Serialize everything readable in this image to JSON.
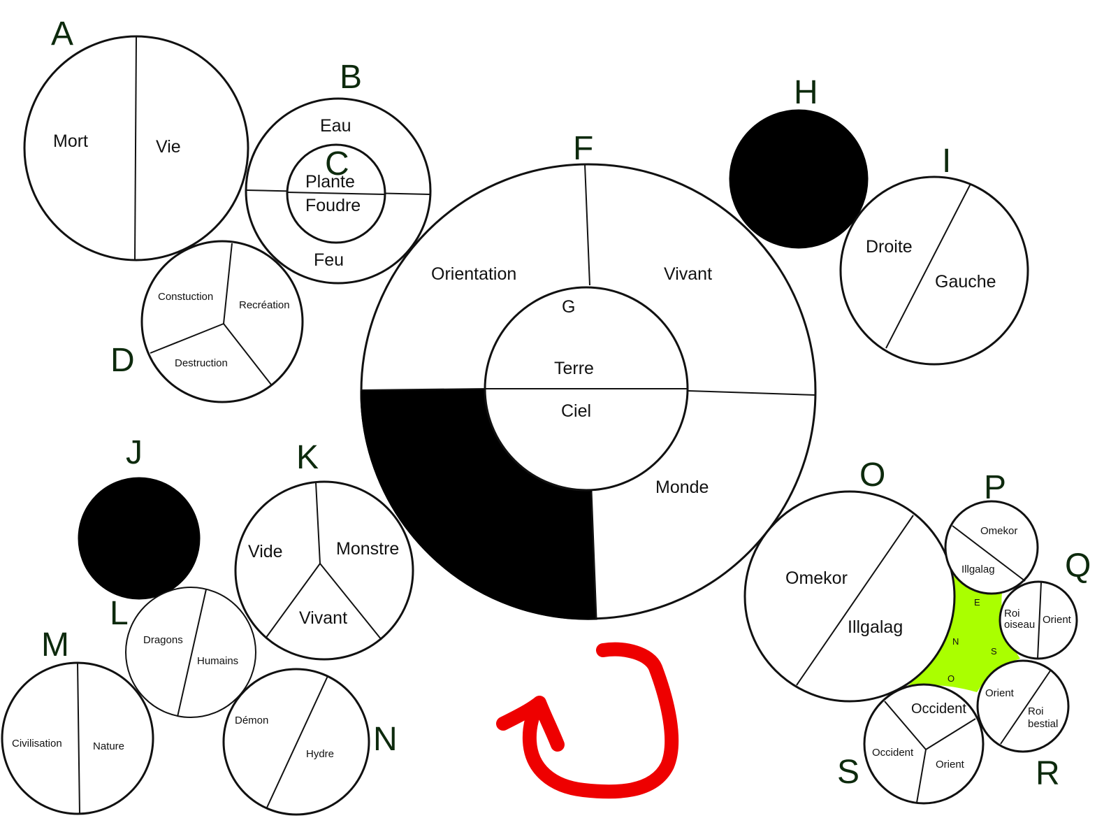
{
  "letters": {
    "a": "A",
    "b": "B",
    "c": "C",
    "d": "D",
    "f": "F",
    "g": "G",
    "h": "H",
    "i": "I",
    "j": "J",
    "k": "K",
    "l": "L",
    "m": "M",
    "n": "N",
    "o": "O",
    "p": "P",
    "q": "Q",
    "r": "R",
    "s": "S"
  },
  "circle_a": {
    "left": "Mort",
    "right": "Vie"
  },
  "circle_b": {
    "top": "Eau",
    "bottom": "Feu"
  },
  "circle_c": {
    "top": "Plante",
    "bottom": "Foudre"
  },
  "circle_d": {
    "left": "Constuction",
    "right": "Recréation",
    "bottom": "Destruction"
  },
  "circle_f": {
    "orientation": "Orientation",
    "vivant": "Vivant",
    "monde": "Monde"
  },
  "circle_g": {
    "top": "Terre",
    "bottom": "Ciel"
  },
  "circle_i": {
    "left": "Droite",
    "right": "Gauche"
  },
  "circle_k": {
    "left": "Vide",
    "right": "Monstre",
    "bottom": "Vivant"
  },
  "circle_l": {
    "left": "Dragons",
    "right": "Humains"
  },
  "circle_m": {
    "left": "Civilisation",
    "right": "Nature"
  },
  "circle_n": {
    "left": "Démon",
    "right": "Hydre"
  },
  "circle_o": {
    "left": "Omekor",
    "right": "Illgalag"
  },
  "circle_p": {
    "top": "Omekor",
    "bottom": "Illgalag"
  },
  "circle_q": {
    "left": "Roi oiseau",
    "right": "Orient"
  },
  "circle_r": {
    "left": "Orient",
    "right": "Roi bestial"
  },
  "circle_s": {
    "top": "Occident",
    "left": "Occident",
    "right": "Orient"
  },
  "compass": {
    "e": "E",
    "n": "N",
    "s": "S",
    "o": "O"
  },
  "colors": {
    "compass_fill": "#aaff00",
    "arrow": "#ee0000",
    "letters": "#0d2a0d"
  }
}
